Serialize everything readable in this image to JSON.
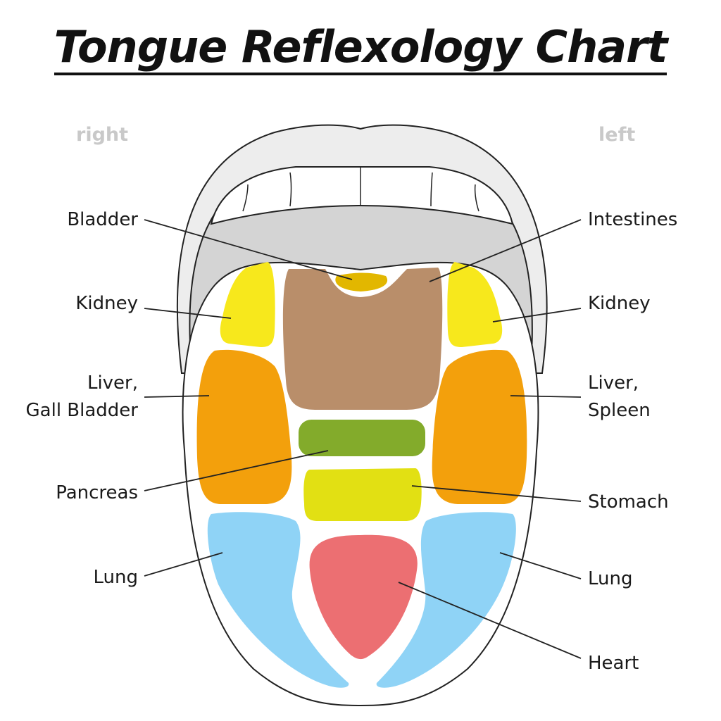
{
  "title": "Tongue Reflexology Chart",
  "sides": {
    "right": "right",
    "left": "left"
  },
  "labels": {
    "bladder": "Bladder",
    "kidney_right": "Kidney",
    "liver_gall_line1": "Liver,",
    "liver_gall_line2": "Gall Bladder",
    "pancreas": "Pancreas",
    "lung_right": "Lung",
    "intestines": "Intestines",
    "kidney_left": "Kidney",
    "liver_spleen_line1": "Liver,",
    "liver_spleen_line2": "Spleen",
    "stomach": "Stomach",
    "lung_left": "Lung",
    "heart": "Heart"
  },
  "colors": {
    "bladder": "#e2b700",
    "kidney": "#f7e81c",
    "intestines": "#b98e6a",
    "liver": "#f3a00c",
    "pancreas": "#83ab2b",
    "stomach": "#e2e013",
    "lung": "#8fd3f6",
    "heart": "#ec6f72",
    "lips": "#ededed",
    "mouth": "#d4d4d4",
    "outline": "#222222"
  }
}
